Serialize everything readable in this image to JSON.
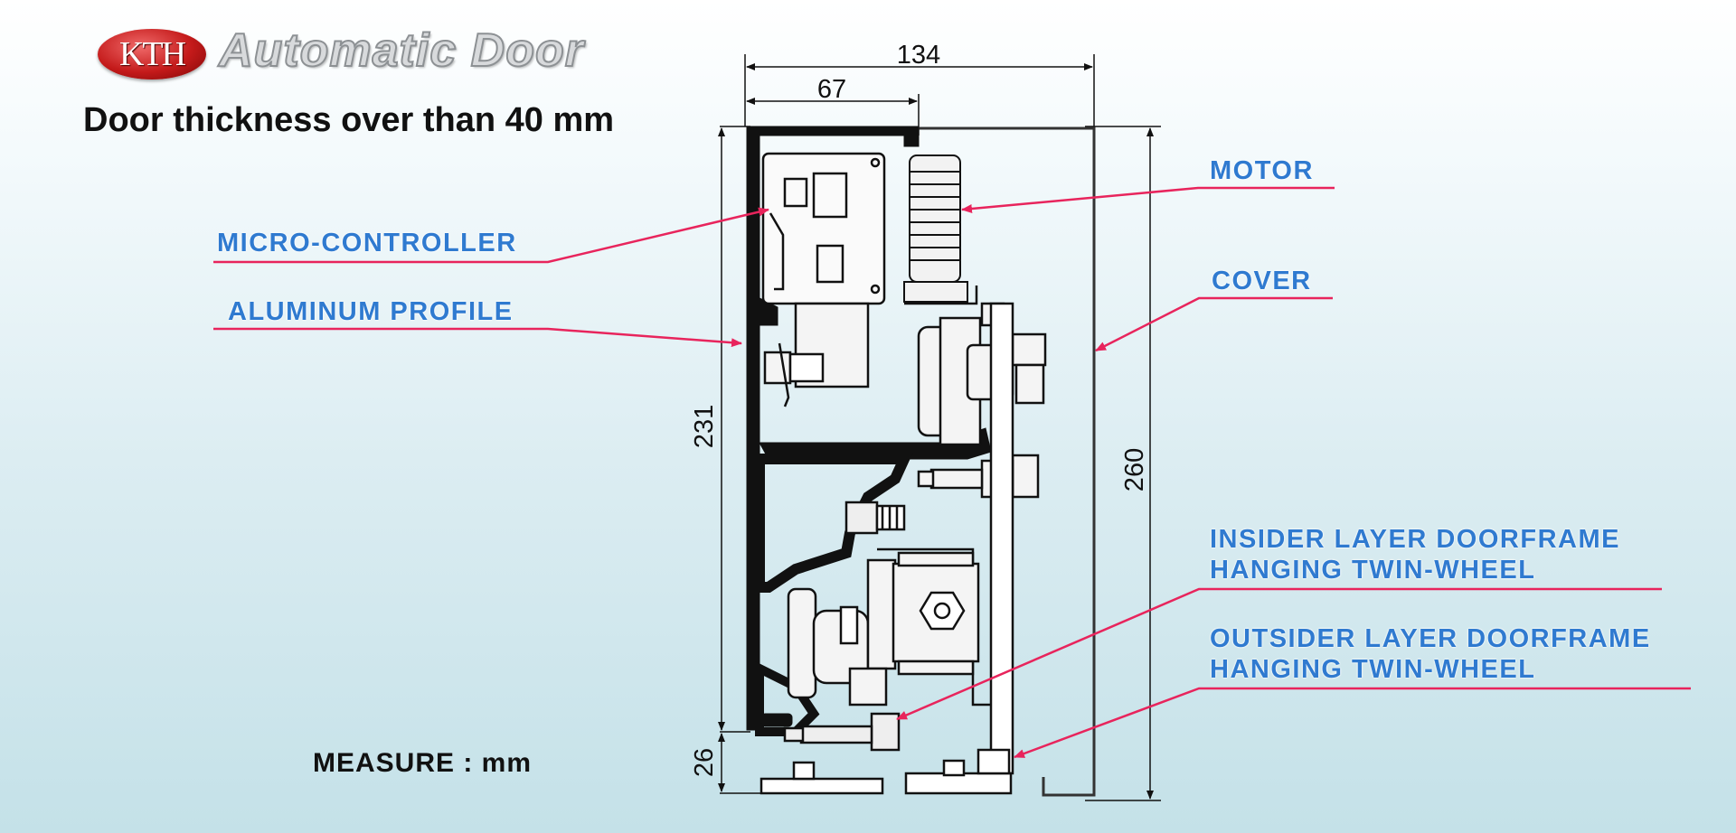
{
  "logo": {
    "mark": "KTH",
    "wordmark": "Automatic Door"
  },
  "heading": "Door thickness over than 40 mm",
  "measure_note": "MEASURE : mm",
  "labels": {
    "motor": "MOTOR",
    "micro_controller": "MICRO-CONTROLLER",
    "cover": "COVER",
    "aluminum_profile": "ALUMINUM  PROFILE",
    "insider_line1": "INSIDER LAYER DOORFRAME",
    "insider_line2": "HANGING TWIN-WHEEL",
    "outsider_line1": "OUTSIDER LAYER DOORFRAME",
    "outsider_line2": "HANGING TWIN-WHEEL"
  },
  "dimensions": {
    "overall_width": "134",
    "profile_width": "67",
    "profile_height": "231",
    "cover_height": "260",
    "bottom_height": "26"
  },
  "colors": {
    "callout": "#e8245c",
    "label": "#2f7ad0",
    "profile": "#111111"
  }
}
